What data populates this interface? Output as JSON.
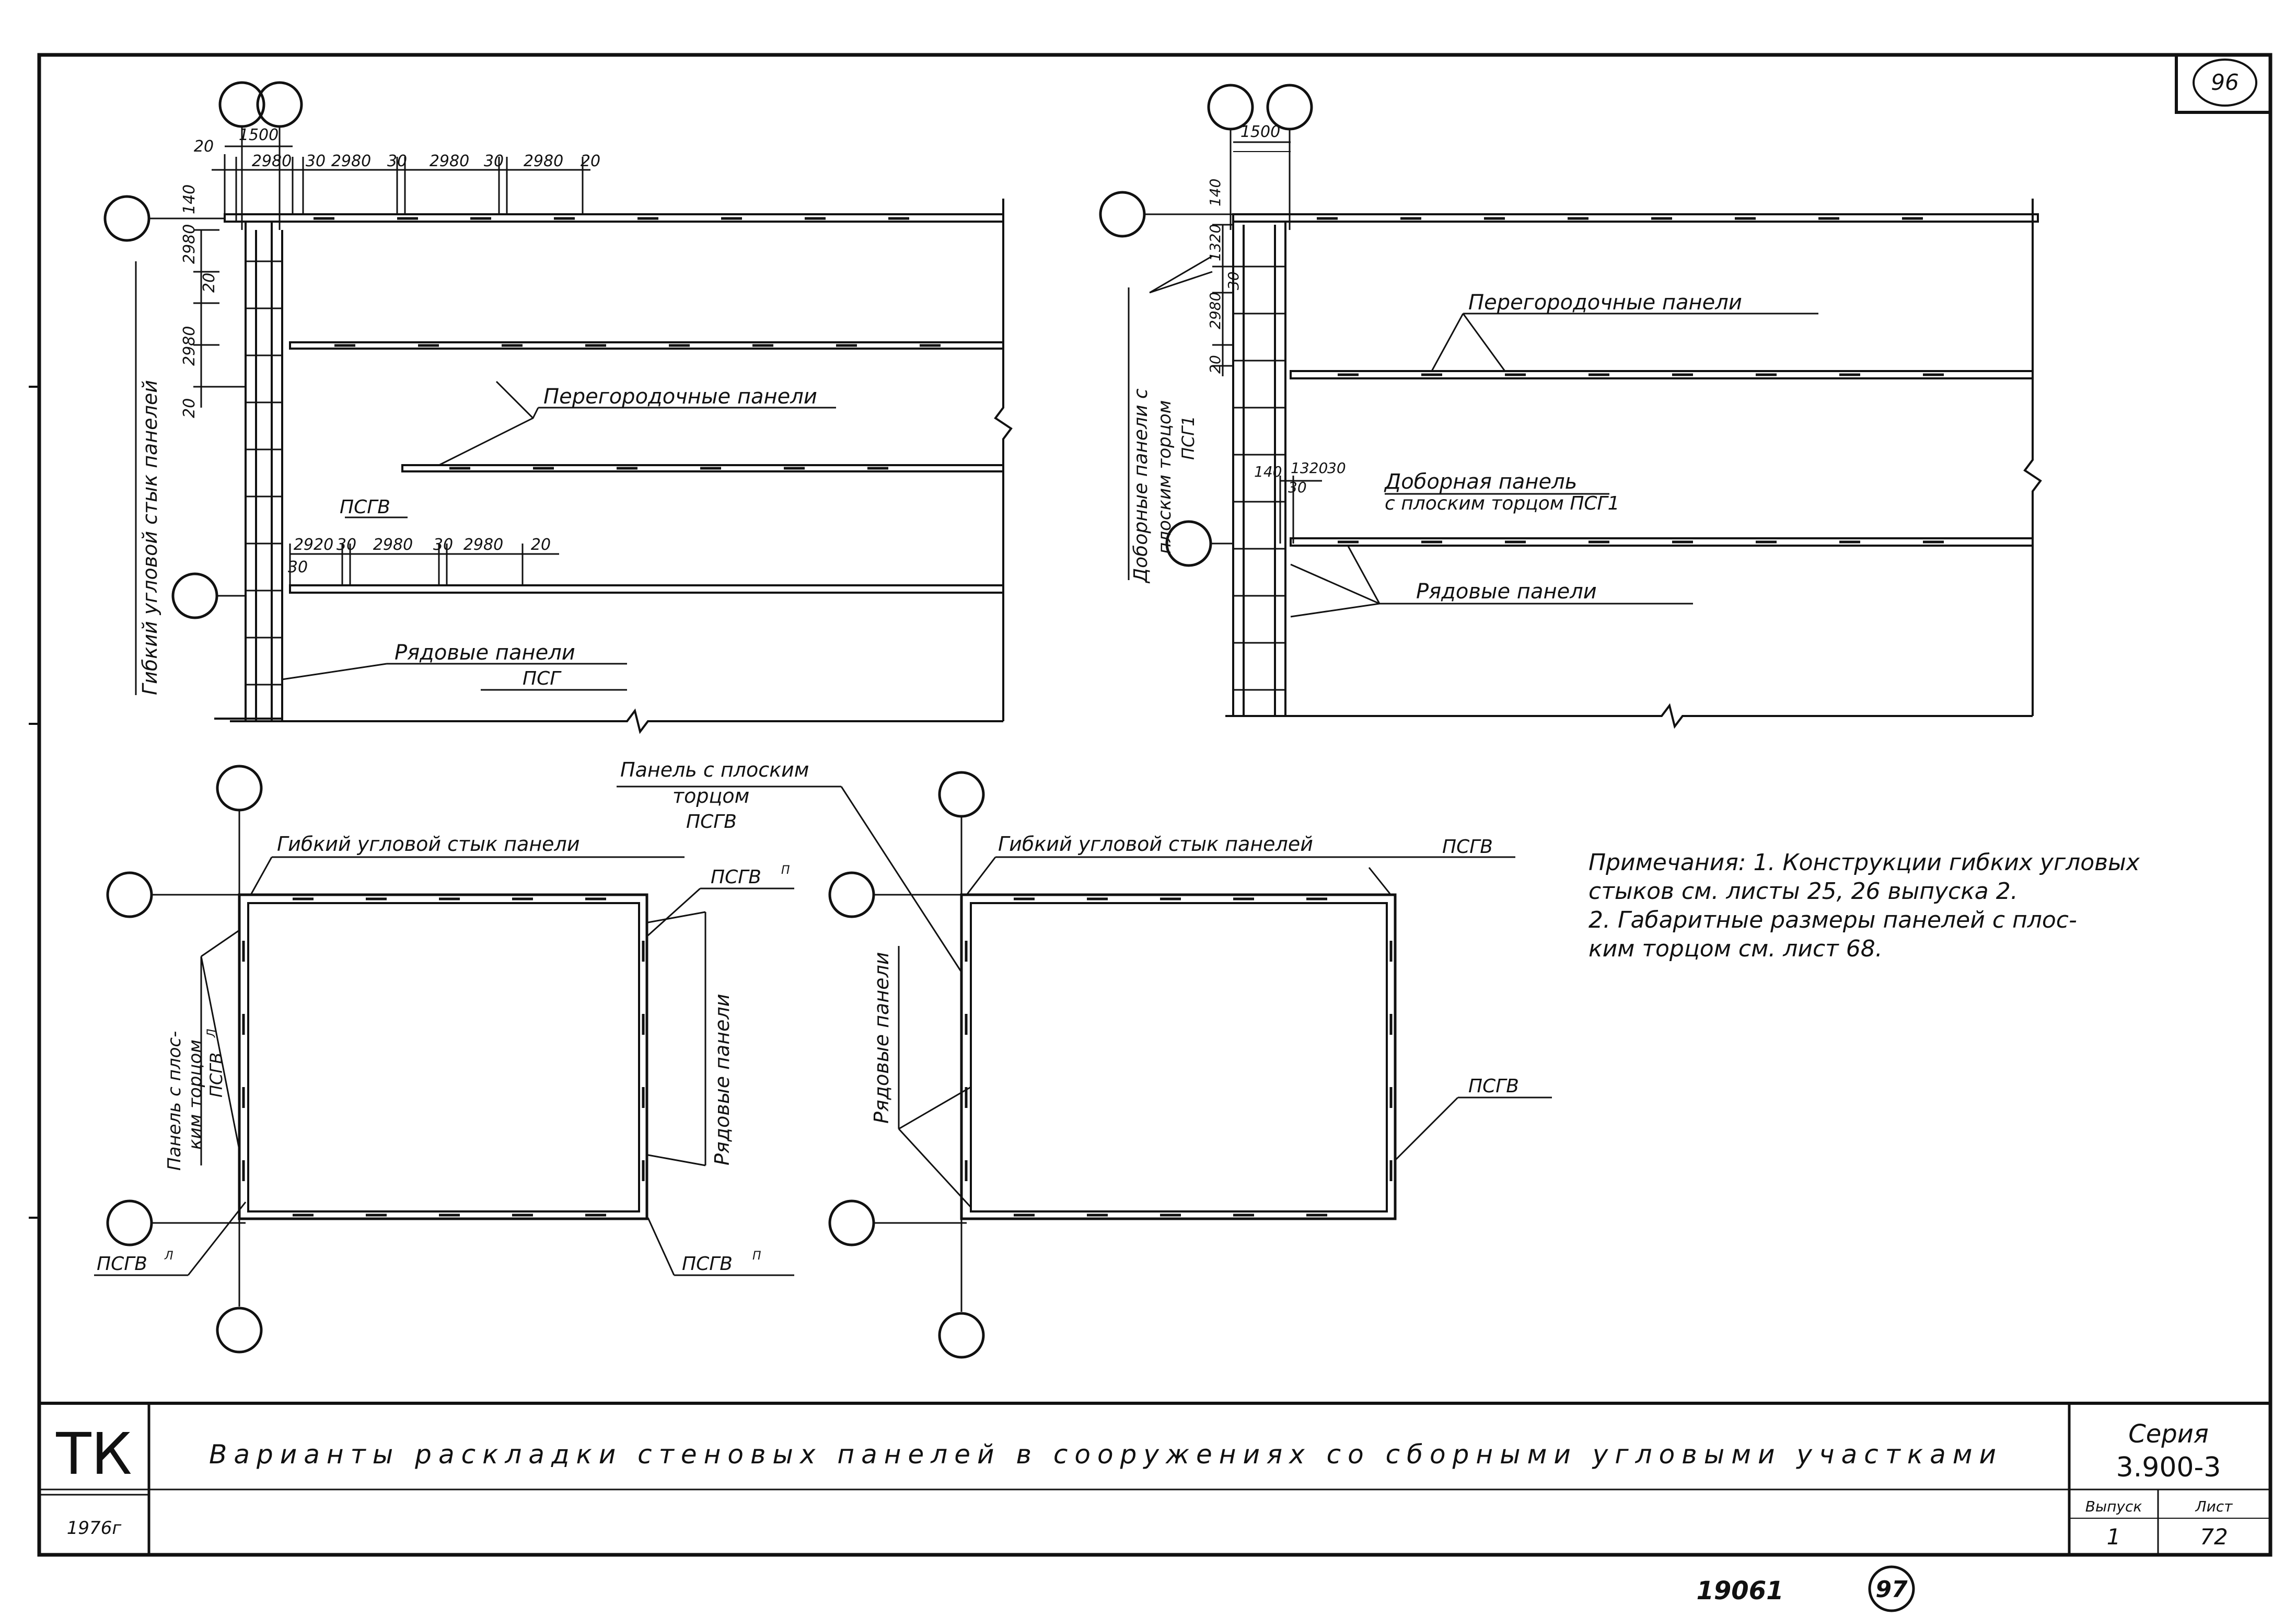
{
  "sheet": {
    "page_number_top": "96",
    "page_number_bottom": "97",
    "archive_number": "19061",
    "stamp_letters": "ТК",
    "stamp_year": "1976г",
    "title": "Варианты раскладки стеновых панелей в сооружениях со сборными угловыми участками",
    "series_label": "Серия",
    "series_value": "3.900-3",
    "issue_label": "Выпуск",
    "issue_value": "1",
    "sheet_label": "Лист",
    "sheet_value": "72"
  },
  "notes": {
    "line1": "Примечания: 1. Конструкции гибких угловых",
    "line2": "стыков см. листы 25, 26 выпуска 2.",
    "line3": "2. Габаритные размеры панелей с плос-",
    "line4": "ким торцом см. лист 68."
  },
  "elevation_left": {
    "dim_20_a": "20",
    "dim_1500": "1500",
    "dim_2980_1": "2980",
    "dim_30_1": "30",
    "dim_2980_2": "2980",
    "dim_30_2": "30",
    "dim_2980_3": "2980",
    "dim_30_3": "30",
    "dim_2980_4": "2980",
    "dim_20_b": "20",
    "v_dim_140": "140",
    "v_dim_2980_a": "2980",
    "v_dim_20_a": "20",
    "v_dim_2980_b": "2980",
    "v_dim_20_b": "20",
    "corner_label": "Гибкий угловой стык панелей",
    "partition_label": "Перегородочные панели",
    "pseg_label": "ПСГВ",
    "lower_dim_2920": "2920",
    "lower_dim_30_1": "30",
    "lower_dim_2980_1": "2980",
    "lower_dim_30_2": "30",
    "lower_dim_2980_2": "2980",
    "lower_dim_20": "20",
    "lower_dim_30_v": "30",
    "ordinary_label": "Рядовые панели",
    "ordinary_code": "ПСГ"
  },
  "elevation_right": {
    "dim_1500": "1500",
    "v_dim_140": "140",
    "v_dim_1320": "1320",
    "v_dim_30": "30",
    "v_dim_2980": "2980",
    "v_dim_20": "20",
    "side_label_1": "Доборные панели с",
    "side_label_2": "плоским торцом",
    "side_label_3": "ПСГ1",
    "partition_label": "Перегородочные панели",
    "dim_1320": "1320",
    "dim_30": "30",
    "dim_140_side": "140",
    "dim_30_side": "30",
    "filler_label_1": "Доборная панель",
    "filler_label_2": "с плоским торцом ПСГ1",
    "ordinary_label": "Рядовые панели"
  },
  "plan_left": {
    "flat_end_label_1": "Панель с плоским",
    "flat_end_label_2": "торцом",
    "flat_end_label_3": "ПСГВ",
    "corner_label": "Гибкий угловой стык панели",
    "pseg_top_right": "ПСГВ",
    "pseg_top_right_sup": "П",
    "left_side_label_1": "Панель с плос-",
    "left_side_label_2": "ким торцом",
    "left_side_label_3": "ПСГВ",
    "left_side_label_sup": "Л",
    "right_side_label": "Рядовые панели",
    "pseg_bottom_left": "ПСГВ",
    "pseg_bottom_left_sup": "Л",
    "pseg_bottom_right": "ПСГВ",
    "pseg_bottom_right_sup": "П"
  },
  "plan_right": {
    "corner_label": "Гибкий угловой стык панелей",
    "pseg_top_right": "ПСГВ",
    "left_side_label": "Рядовые панели",
    "pseg_mid_right": "ПСГВ"
  }
}
